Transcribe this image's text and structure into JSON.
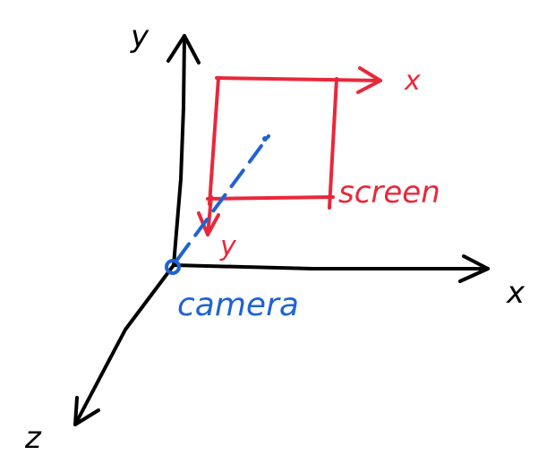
{
  "colors": {
    "world": "#000000",
    "screen": "#e8283a",
    "camera": "#1f63d4"
  },
  "world_axes": {
    "y_label": "y",
    "x_label": "x",
    "z_label": "z"
  },
  "screen": {
    "label": "screen",
    "x_label": "x",
    "y_label": "y"
  },
  "camera": {
    "label": "camera"
  }
}
